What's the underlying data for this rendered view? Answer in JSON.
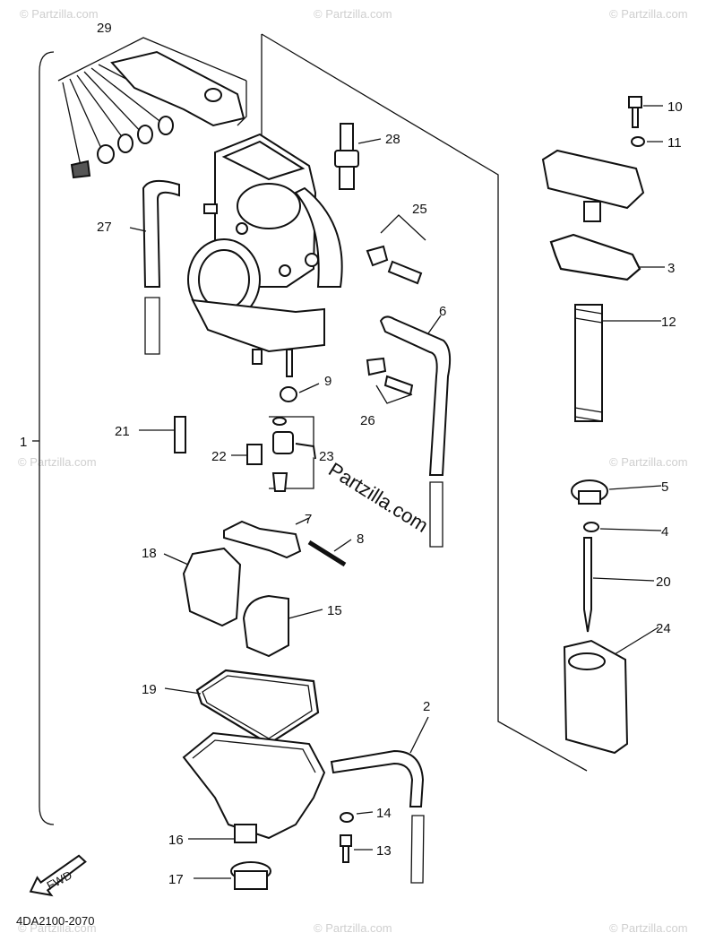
{
  "diagram": {
    "code": "4DA2100-2070",
    "fwd": "FWD",
    "watermark_main": "Partzilla.com",
    "watermark_small": "© Partzilla.com",
    "callouts": [
      "1",
      "2",
      "3",
      "4",
      "5",
      "6",
      "7",
      "8",
      "9",
      "10",
      "11",
      "12",
      "13",
      "14",
      "15",
      "16",
      "17",
      "18",
      "19",
      "20",
      "21",
      "22",
      "23",
      "24",
      "25",
      "26",
      "27",
      "28",
      "29"
    ]
  }
}
